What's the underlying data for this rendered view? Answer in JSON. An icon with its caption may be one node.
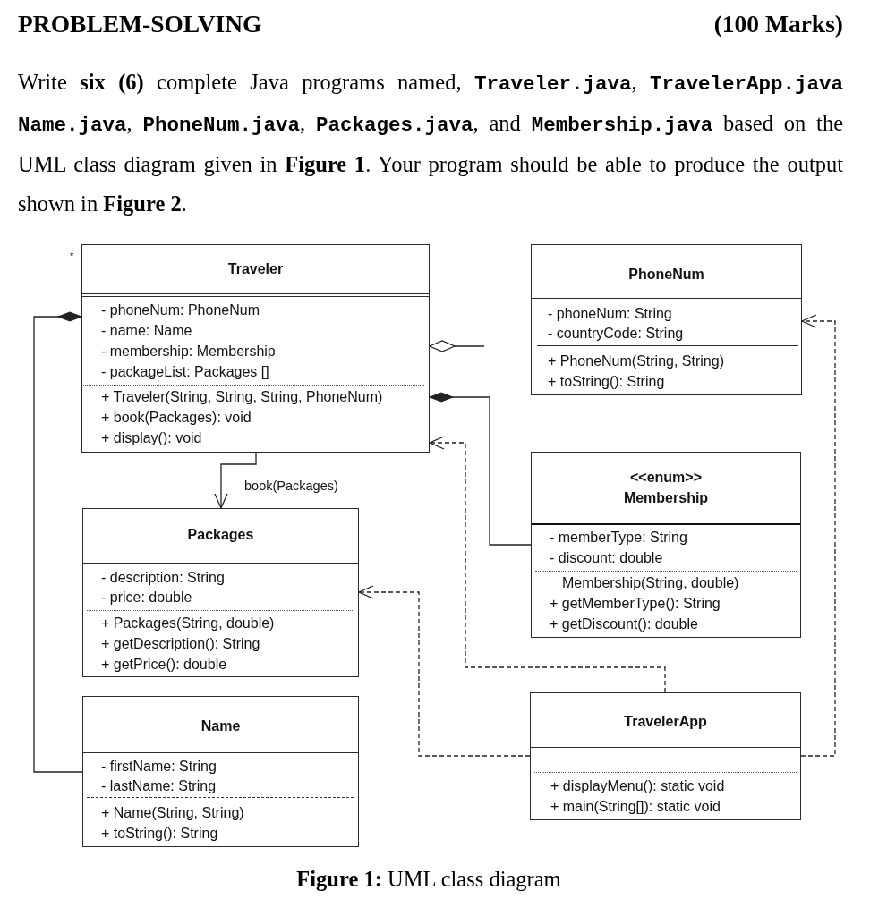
{
  "diagram": {
    "title": "PROBLEM-SOLVING",
    "caption": "**Figure 1:** UML class diagram",
    "labels": [
      "(100 Marks)",
      "Write **six (6)** complete Java programs named, **Traveler.java**, **TravelerApp.java** **Name.java**, **PhoneNum.java**, **Packages.java**, and **Membership.java** based on the UML class diagram given in **Figure 1**. Your program should be able to produce the output shown in **Figure 2**."
    ],
    "nodes": [
      {
        "text": [
          "Traveler",
          "- phoneNum: PhoneNum",
          "- name: Name",
          "- membership: Membership",
          "- packageList: Packages []",
          "+ Traveler(String, String, String, PhoneNum)",
          "+ book(Packages): void",
          "+ display(): void"
        ],
        "beside": [
          "*"
        ]
      },
      {
        "text": [
          "PhoneNum",
          "- phoneNum: String",
          "- countryCode: String",
          "+ PhoneNum(String, String)",
          "+ toString(): String"
        ]
      },
      {
        "text": [
          "<<enum>>",
          "Membership",
          "- memberType: String",
          "- discount: double",
          "Membership(String, double)",
          "+ getMemberType(): String",
          "+ getDiscount(): double"
        ]
      },
      {
        "text": [
          "Packages",
          "- description: String",
          "- price: double",
          "+ Packages(String, double)",
          "+ getDescription(): String",
          "+ getPrice(): double"
        ]
      },
      {
        "text": [
          "Name",
          "- firstName: String",
          "- lastName: String",
          "+ Name(String, String)",
          "+ toString(): String"
        ]
      },
      {
        "text": [
          "TravelerApp",
          "+ displayMenu(): static void",
          "+ main(String[]): static void"
        ]
      }
    ],
    "edges": [
      {
        "from": 4,
        "to": 0,
        "arrow": "other"
      },
      {
        "from": null,
        "to": 0,
        "arrow": "other"
      },
      {
        "from": 2,
        "to": 0,
        "arrow": "other"
      },
      {
        "from": 0,
        "to": 3,
        "arrow": "to",
        "label": "book(Packages)"
      },
      {
        "from": 5,
        "to": 0,
        "arrow": "to",
        "style": "dashed"
      },
      {
        "from": 5,
        "to": 3,
        "arrow": "to",
        "style": "dashed"
      },
      {
        "from": 5,
        "to": 1,
        "arrow": "to",
        "style": "dashed"
      }
    ]
  }
}
